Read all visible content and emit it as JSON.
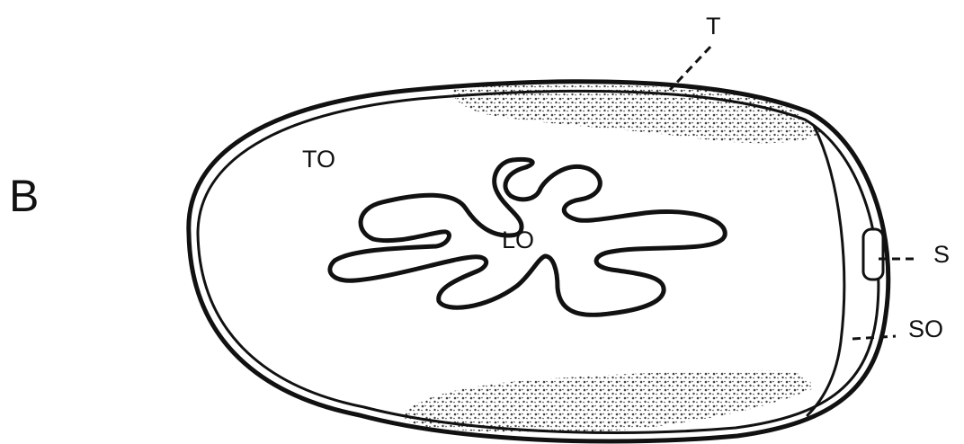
{
  "figure": {
    "panel_letter": "B",
    "labels": {
      "tonoplast": "T",
      "tonoplast_outer": "TO",
      "lumen": "LO",
      "s": "S",
      "so": "SO"
    },
    "colors": {
      "ink": "#111111",
      "background": "#ffffff"
    }
  }
}
